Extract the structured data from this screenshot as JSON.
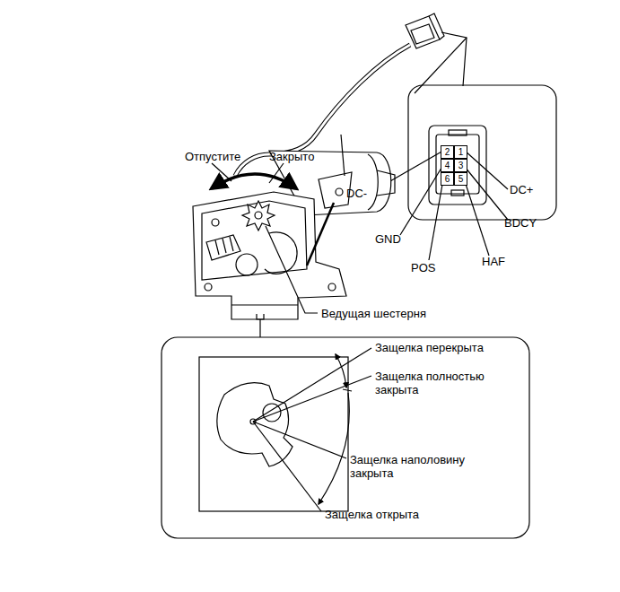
{
  "diagram": {
    "nodes": [
      {
        "text": [
          "2"
        ]
      },
      {
        "text": [
          "1"
        ]
      },
      {
        "text": [
          "4"
        ]
      },
      {
        "text": [
          "3"
        ]
      },
      {
        "text": [
          "6"
        ]
      },
      {
        "text": [
          "5"
        ]
      }
    ],
    "labels": [
      "Отпустите",
      "Закрыто",
      "DC-",
      "DC+",
      "BDCY",
      "GND",
      "HAF",
      "POS",
      "Ведущая шестерня",
      "Защелка перекрыта",
      "Защелка полностью закрыта",
      "Защелка наполовину закрыта",
      "Защелка открыта"
    ]
  }
}
